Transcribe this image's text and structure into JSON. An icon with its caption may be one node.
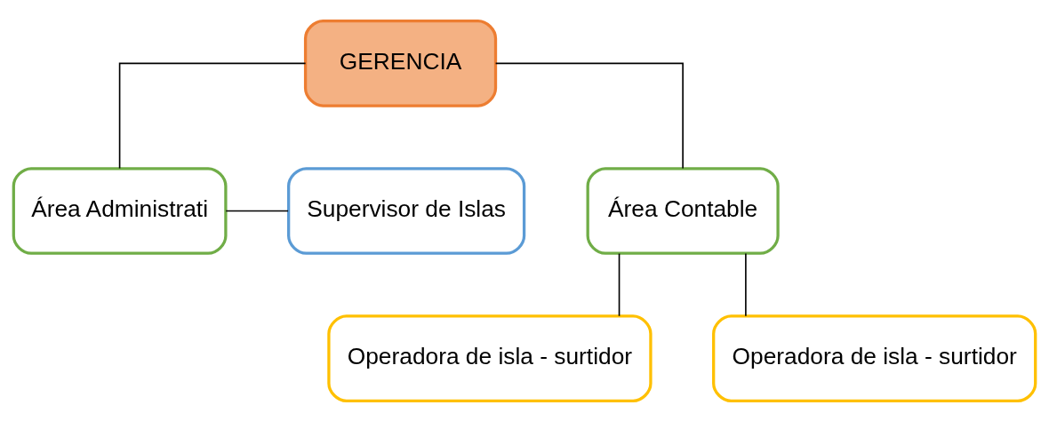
{
  "diagram": {
    "nodes": [
      {
        "text": [
          "GERENCIA"
        ]
      },
      {
        "text": [
          "Área Administrati"
        ]
      },
      {
        "text": [
          "Supervisor de Islas"
        ]
      },
      {
        "text": [
          "Área Contable"
        ]
      },
      {
        "text": [
          "Operadora de isla - surtidor"
        ]
      },
      {
        "text": [
          "Operadora de isla - surtidor"
        ]
      }
    ],
    "edges": [
      {
        "from": 0,
        "to": 1,
        "arrow": "none"
      },
      {
        "from": 0,
        "to": 3,
        "arrow": "none"
      },
      {
        "from": 1,
        "to": 2,
        "arrow": "none"
      },
      {
        "from": 3,
        "to": 4,
        "arrow": "none"
      },
      {
        "from": 3,
        "to": 5,
        "arrow": "none"
      }
    ]
  }
}
